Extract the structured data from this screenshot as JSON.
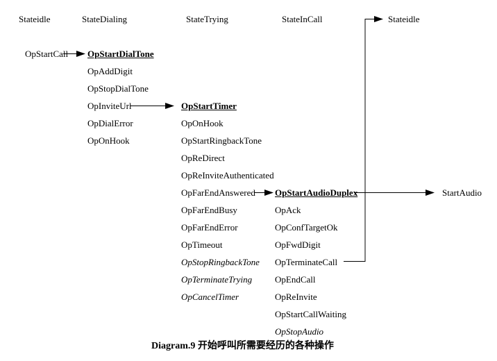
{
  "diagram": {
    "headers": {
      "idle_left": "Stateidle",
      "dialing": "StateDialing",
      "trying": "StateTrying",
      "incall": "StateInCall",
      "idle_right": "Stateidle"
    },
    "trigger": "OpStartCall",
    "dialing_ops": [
      "OpStartDialTone",
      "OpAddDigit",
      "OpStopDialTone",
      "OpInviteUrl",
      "OpDialError",
      "OpOnHook"
    ],
    "trying_ops": [
      "OpStartTimer",
      "OpOnHook",
      "OpStartRingbackTone",
      "OpReDirect",
      "OpReInviteAuthenticated",
      "OpFarEndAnswered",
      "OpFarEndBusy",
      "OpFarEndError",
      "OpTimeout",
      "OpStopRingbackTone",
      "OpTerminateTrying",
      "OpCancelTimer"
    ],
    "incall_ops": [
      "OpStartAudioDuplex",
      "OpAck",
      "OpConfTargetOk",
      "OpFwdDigit",
      "OpTerminateCall",
      "OpEndCall",
      "OpReInvite",
      "OpStartCallWaiting",
      "OpStopAudio"
    ],
    "result": "StartAudio",
    "caption": "Diagram.9 开始呼叫所需要经历的各种操作",
    "colors": {
      "ink": "#000000",
      "background": "#ffffff"
    }
  }
}
